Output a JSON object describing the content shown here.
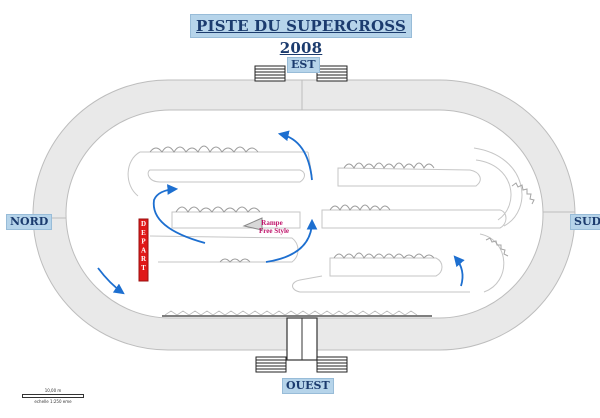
{
  "title": "PISTE DU SUPERCROSS 2008",
  "directions": {
    "north": "NORD",
    "south": "SUD",
    "east": "EST",
    "west": "OUEST"
  },
  "start_label": "DEPART",
  "ramp_label": {
    "line1": "Rampe",
    "line2": "Free Style"
  },
  "scale": {
    "distance": "10,00 m",
    "ratio": "echelle 1:250 eme"
  },
  "colors": {
    "title_bg": "#b6d4ea",
    "title_text": "#1b3b6e",
    "ring": "#e9e9e9",
    "arrow": "#1d6fd0",
    "start_box": "#e01818",
    "ramp_text": "#c0146b"
  }
}
